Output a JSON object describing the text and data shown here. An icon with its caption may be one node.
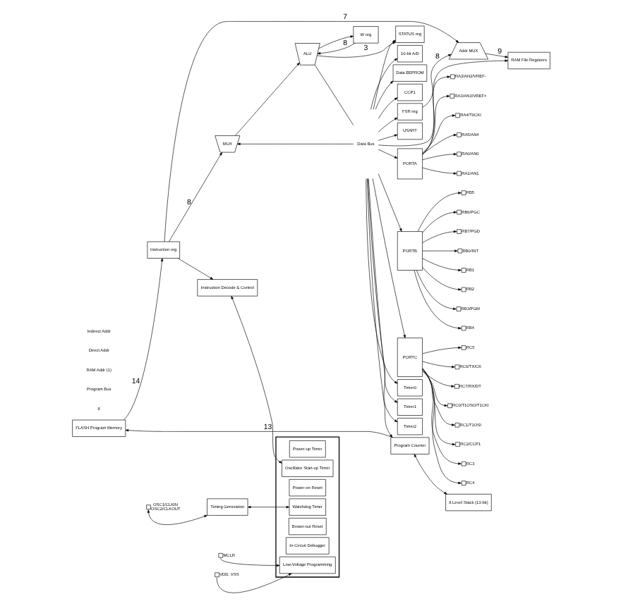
{
  "diagram": {
    "nodes": [
      {
        "text": [
          "FLASH Program Memory"
        ]
      },
      {
        "text": [
          "Program Counter"
        ]
      },
      {
        "text": [
          "8 Level Stack (13-bit)"
        ]
      },
      {
        "text": [
          "Data Bus"
        ]
      },
      {
        "text": [
          "RAM File Registers"
        ]
      },
      {
        "text": [
          "Addr MUX"
        ]
      },
      {
        "text": [
          "Instruction reg"
        ]
      },
      {
        "text": [
          "FSR reg"
        ]
      },
      {
        "text": [
          "STATUS reg"
        ]
      },
      {
        "text": [
          "MUX"
        ]
      },
      {
        "text": [
          "ALU"
        ]
      },
      {
        "text": [
          "W reg"
        ]
      },
      {
        "text": [
          "Instruction Decode & Control"
        ]
      },
      {
        "text": [
          "Timing Generation"
        ]
      },
      {
        "text": [],
        "shape": "box",
        "beside": [
          "OSC1/CLKIN",
          "OSC2/CLKOUT"
        ]
      },
      {
        "text": [],
        "shape": "box"
      },
      {
        "text": [
          "Power-up Timer"
        ],
        "in": 15
      },
      {
        "text": [
          "Oscillator Start-up Timer"
        ],
        "in": 15
      },
      {
        "text": [
          "Power-on Reset"
        ],
        "in": 15
      },
      {
        "text": [
          "Watchdog Timer"
        ],
        "in": 15
      },
      {
        "text": [
          "Brown-out Reset"
        ],
        "in": 15
      },
      {
        "text": [
          "In-Circuit Debugger"
        ],
        "in": 15
      },
      {
        "text": [
          "Low-Voltage Programming"
        ],
        "in": 15
      },
      {
        "text": [],
        "shape": "box",
        "beside": [
          "MCLR"
        ]
      },
      {
        "text": [],
        "shape": "box",
        "beside": [
          "VDD, VSS"
        ]
      },
      {
        "text": [
          "PORTA"
        ]
      },
      {
        "text": [],
        "shape": "box",
        "beside": [
          "RA0/AN0"
        ]
      },
      {
        "text": [],
        "shape": "box",
        "beside": [
          "RA1/AN1"
        ]
      },
      {
        "text": [],
        "shape": "box",
        "beside": [
          "RA2/AN2/VREF-"
        ]
      },
      {
        "text": [],
        "shape": "box",
        "beside": [
          "RA3/AN3/VREF+"
        ]
      },
      {
        "text": [],
        "shape": "box",
        "beside": [
          "RA4/T0CKI"
        ]
      },
      {
        "text": [],
        "shape": "box",
        "beside": [
          "RA5/AN4"
        ]
      },
      {
        "text": [
          "PORTB"
        ]
      },
      {
        "text": [],
        "shape": "box",
        "beside": [
          "RB0/INT"
        ]
      },
      {
        "text": [],
        "shape": "box",
        "beside": [
          "RB1"
        ]
      },
      {
        "text": [],
        "shape": "box",
        "beside": [
          "RB2"
        ]
      },
      {
        "text": [],
        "shape": "box",
        "beside": [
          "RB3/PGM"
        ]
      },
      {
        "text": [],
        "shape": "box",
        "beside": [
          "RB4"
        ]
      },
      {
        "text": [],
        "shape": "box",
        "beside": [
          "RB5"
        ]
      },
      {
        "text": [],
        "shape": "box",
        "beside": [
          "RB6/PGC"
        ]
      },
      {
        "text": [],
        "shape": "box",
        "beside": [
          "RB7/PGD"
        ]
      },
      {
        "text": [
          "PORTC"
        ]
      },
      {
        "text": [],
        "shape": "box",
        "beside": [
          "RC0/T1OSO/T1CKI"
        ]
      },
      {
        "text": [],
        "shape": "box",
        "beside": [
          "RC1/T1OSI"
        ]
      },
      {
        "text": [],
        "shape": "box",
        "beside": [
          "RC2/CCP1"
        ]
      },
      {
        "text": [],
        "shape": "box",
        "beside": [
          "RC3"
        ]
      },
      {
        "text": [],
        "shape": "box",
        "beside": [
          "RC4"
        ]
      },
      {
        "text": [],
        "shape": "box",
        "beside": [
          "RC5"
        ]
      },
      {
        "text": [],
        "shape": "box",
        "beside": [
          "RC6/TX/CK"
        ]
      },
      {
        "text": [],
        "shape": "box",
        "beside": [
          "RC7/RX/DT"
        ]
      },
      {
        "text": [
          "Timer0"
        ]
      },
      {
        "text": [
          "Timer1"
        ]
      },
      {
        "text": [
          "Timer2"
        ]
      },
      {
        "text": [
          "10-bit A/D"
        ]
      },
      {
        "text": [
          "Data EEPROM"
        ]
      },
      {
        "text": [
          "CCP1"
        ]
      },
      {
        "text": [
          "USART"
        ]
      }
    ],
    "edges": [
      {
        "from": 1,
        "to": 0,
        "arrow": "to",
        "label": "13"
      },
      {
        "from": 1,
        "to": 2,
        "arrow": "both"
      },
      {
        "from": 3,
        "to": 1,
        "arrow": "to"
      },
      {
        "from": 3,
        "to": 4,
        "arrow": "to"
      },
      {
        "from": 0,
        "to": 6,
        "arrow": "to",
        "label": "14"
      },
      {
        "from": 5,
        "to": 4,
        "arrow": "to",
        "label": "9"
      },
      {
        "from": 6,
        "to": 5,
        "arrow": "to",
        "label": "7"
      },
      {
        "from": 7,
        "to": 5,
        "arrow": "to",
        "label": "8"
      },
      {
        "from": 3,
        "to": 7,
        "arrow": "to"
      },
      {
        "from": 3,
        "to": 8,
        "arrow": "to"
      },
      {
        "from": 6,
        "to": 9,
        "arrow": "to",
        "label": "8"
      },
      {
        "from": 3,
        "to": 9,
        "arrow": "to"
      },
      {
        "from": 9,
        "to": 10,
        "arrow": "to"
      },
      {
        "from": 10,
        "to": 8,
        "arrow": "to",
        "label": "3"
      },
      {
        "from": 10,
        "to": 11,
        "arrow": "to"
      },
      {
        "from": 11,
        "to": 10,
        "arrow": "to",
        "label": "8"
      },
      {
        "from": 10,
        "to": 3,
        "arrow": "none"
      },
      {
        "from": 6,
        "to": 12,
        "arrow": "to"
      },
      {
        "from": 12,
        "to": 17,
        "arrow": "both"
      },
      {
        "from": 13,
        "to": 19,
        "arrow": "both"
      },
      {
        "from": 14,
        "to": 13,
        "arrow": "both"
      },
      {
        "from": 23,
        "to": 22,
        "arrow": "to"
      },
      {
        "from": 24,
        "to": 22,
        "arrow": "to"
      },
      {
        "from": 3,
        "to": 25,
        "arrow": "to"
      },
      {
        "from": 3,
        "to": 32,
        "arrow": "to"
      },
      {
        "from": 3,
        "to": 41,
        "arrow": "to"
      },
      {
        "from": 25,
        "to": 26,
        "arrow": "to"
      },
      {
        "from": 25,
        "to": 27,
        "arrow": "to"
      },
      {
        "from": 25,
        "to": 28,
        "arrow": "to"
      },
      {
        "from": 25,
        "to": 29,
        "arrow": "to"
      },
      {
        "from": 25,
        "to": 30,
        "arrow": "to"
      },
      {
        "from": 25,
        "to": 31,
        "arrow": "to"
      },
      {
        "from": 32,
        "to": 33,
        "arrow": "to"
      },
      {
        "from": 32,
        "to": 34,
        "arrow": "to"
      },
      {
        "from": 32,
        "to": 35,
        "arrow": "to"
      },
      {
        "from": 32,
        "to": 36,
        "arrow": "to"
      },
      {
        "from": 32,
        "to": 37,
        "arrow": "to"
      },
      {
        "from": 32,
        "to": 38,
        "arrow": "to"
      },
      {
        "from": 32,
        "to": 39,
        "arrow": "to"
      },
      {
        "from": 32,
        "to": 40,
        "arrow": "to"
      },
      {
        "from": 41,
        "to": 42,
        "arrow": "to"
      },
      {
        "from": 41,
        "to": 43,
        "arrow": "to"
      },
      {
        "from": 41,
        "to": 44,
        "arrow": "to"
      },
      {
        "from": 41,
        "to": 45,
        "arrow": "to"
      },
      {
        "from": 41,
        "to": 46,
        "arrow": "to"
      },
      {
        "from": 41,
        "to": 47,
        "arrow": "to"
      },
      {
        "from": 41,
        "to": 48,
        "arrow": "to"
      },
      {
        "from": 41,
        "to": 49,
        "arrow": "to"
      },
      {
        "from": 3,
        "to": 50,
        "arrow": "to"
      },
      {
        "from": 3,
        "to": 51,
        "arrow": "to"
      },
      {
        "from": 3,
        "to": 52,
        "arrow": "to"
      },
      {
        "from": 3,
        "to": 53,
        "arrow": "to"
      },
      {
        "from": 3,
        "to": 54,
        "arrow": "to"
      },
      {
        "from": 3,
        "to": 55,
        "arrow": "to"
      },
      {
        "from": 3,
        "to": 56,
        "arrow": "to"
      }
    ],
    "labels": [
      "8",
      "Program Bus",
      "RAM Addr (1)",
      "Direct Addr",
      "Indirect Addr"
    ]
  }
}
